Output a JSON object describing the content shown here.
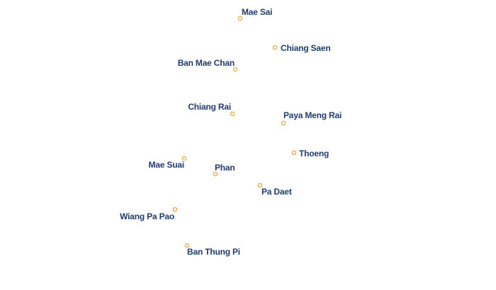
{
  "map": {
    "colors": {
      "dot_stroke": "#e8b04a",
      "label_fill": "#1f3c6e",
      "label_halo": "#ffffff",
      "background": "#ffffff"
    },
    "places": [
      {
        "id": "mae-sai",
        "name": "Mae Sai"
      },
      {
        "id": "chiang-saen",
        "name": "Chiang Saen"
      },
      {
        "id": "ban-mae-chan",
        "name": "Ban Mae Chan"
      },
      {
        "id": "chiang-rai",
        "name": "Chiang Rai"
      },
      {
        "id": "paya-meng-rai",
        "name": "Paya Meng Rai"
      },
      {
        "id": "thoeng",
        "name": "Thoeng"
      },
      {
        "id": "mae-suai",
        "name": "Mae Suai"
      },
      {
        "id": "phan",
        "name": "Phan"
      },
      {
        "id": "pa-daet",
        "name": "Pa Daet"
      },
      {
        "id": "wiang-pa-pao",
        "name": "Wiang Pa Pao"
      },
      {
        "id": "ban-thung-pi",
        "name": "Ban Thung Pi"
      }
    ]
  }
}
